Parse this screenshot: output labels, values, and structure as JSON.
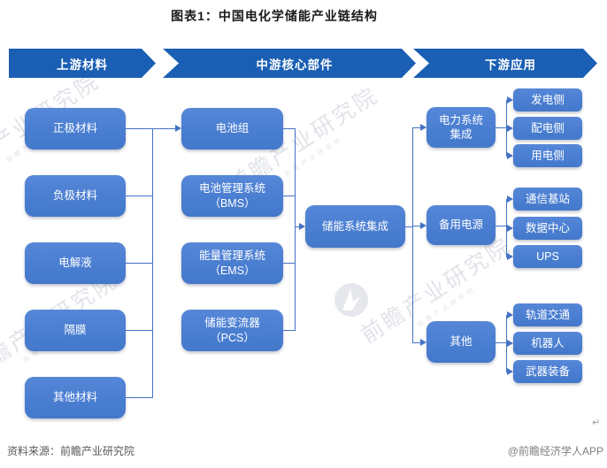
{
  "title": "图表1：中国电化学储能产业链结构",
  "banners": [
    {
      "label": "上游材料"
    },
    {
      "label": "中游核心部件"
    },
    {
      "label": "下游应用"
    }
  ],
  "upstream": {
    "items": [
      "正极材料",
      "负极材料",
      "电解液",
      "隔膜",
      "其他材料"
    ]
  },
  "midstream": {
    "items": [
      {
        "l1": "电池组",
        "l2": ""
      },
      {
        "l1": "电池管理系统",
        "l2": "（BMS）"
      },
      {
        "l1": "能量管理系统",
        "l2": "（EMS）"
      },
      {
        "l1": "储能变流器",
        "l2": "（PCS）"
      }
    ],
    "integration": "储能系统集成"
  },
  "downstream": {
    "groups": [
      {
        "label": "电力系统集成",
        "children": [
          "发电侧",
          "配电侧",
          "用电侧"
        ]
      },
      {
        "label": "备用电源",
        "children": [
          "通信基站",
          "数据中心",
          "UPS"
        ]
      },
      {
        "label": "其他",
        "children": [
          "轨道交通",
          "机器人",
          "武器装备"
        ]
      }
    ]
  },
  "watermark": {
    "text": "前瞻产业研究院"
  },
  "footer": {
    "source": "资料来源：前瞻产业研究院",
    "brand": "@前瞻经济学人APP",
    "return_mark": "↵"
  },
  "colors": {
    "banner_blue": "#1b5fb4",
    "box_blue": "#4a7ed1",
    "line_blue": "#4472c4"
  }
}
